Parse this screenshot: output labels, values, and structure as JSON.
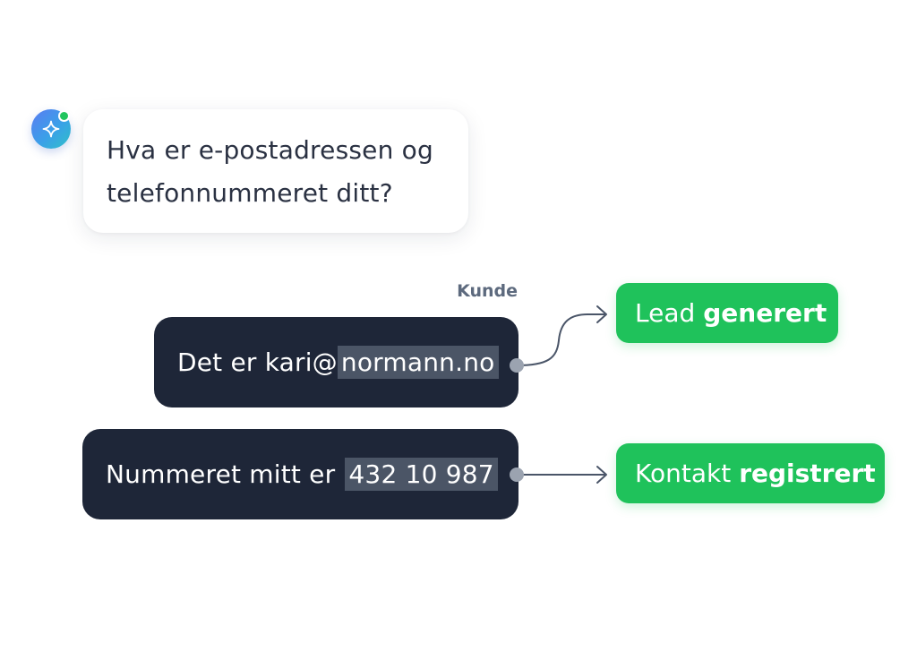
{
  "bot_message": {
    "lines": [
      "Hva er e-postadressen og",
      "telefonnummeret ditt?"
    ]
  },
  "customer": {
    "label": "Kunde",
    "messages": [
      {
        "text": "Det er kari@",
        "highlight": "normann.no"
      },
      {
        "text": "Nummeret mitt er ",
        "highlight": "432 10 987"
      }
    ]
  },
  "tags": [
    {
      "prefix": "Lead",
      "bold": "generert"
    },
    {
      "prefix": "Kontakt",
      "bold": "registrert"
    }
  ],
  "colors": {
    "user_bubble": "#1e2638",
    "highlight": "#4b5566",
    "tag_green": "#1fc25b",
    "connector": "#4a5568",
    "label": "#5d6a7e"
  },
  "icons": {
    "avatar": "sparkle-icon",
    "status": "online-status-dot"
  }
}
